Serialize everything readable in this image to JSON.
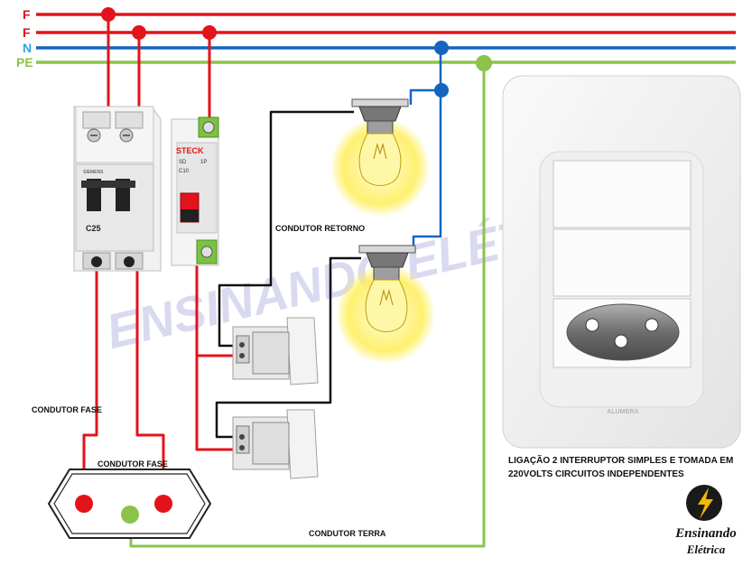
{
  "bus_labels": {
    "f1": "F",
    "f2": "F",
    "n": "N",
    "pe": "PE"
  },
  "labels": {
    "condutor_retorno": "CONDUTOR RETORNO",
    "condutor_fase_left": "CONDUTOR  FASE",
    "condutor_fase_center": "CONDUTOR  FASE",
    "condutor_terra": "CONDUTOR TERRA"
  },
  "caption": {
    "line1": "LIGAÇÃO  2 INTERRUPTOR SIMPLES  E TOMADA  EM",
    "line2": "220VOLTS  CIRCUITOS  INDEPENDENTES"
  },
  "device_text": {
    "breaker_2p_brand": "SIEMENS",
    "breaker_2p_rating": "C25",
    "breaker_1p_brand": "STECK",
    "breaker_1p_model": "SD",
    "breaker_1p_poles": "1P",
    "breaker_1p_rating": "C10",
    "plate_brand": "ALUMBRA"
  },
  "watermark": "ENSINANDO ELÉTRICA",
  "logo": {
    "line1": "Ensinando",
    "line2": "Elétrica"
  },
  "colors": {
    "phase": "#e3131b",
    "neutral": "#1565c0",
    "earth": "#8bc34a",
    "return": "#111111",
    "f_label": "#e3131b",
    "n_label": "#2ea7e0",
    "pe_label": "#8bc34a",
    "watermark": "#c9cbe8"
  }
}
